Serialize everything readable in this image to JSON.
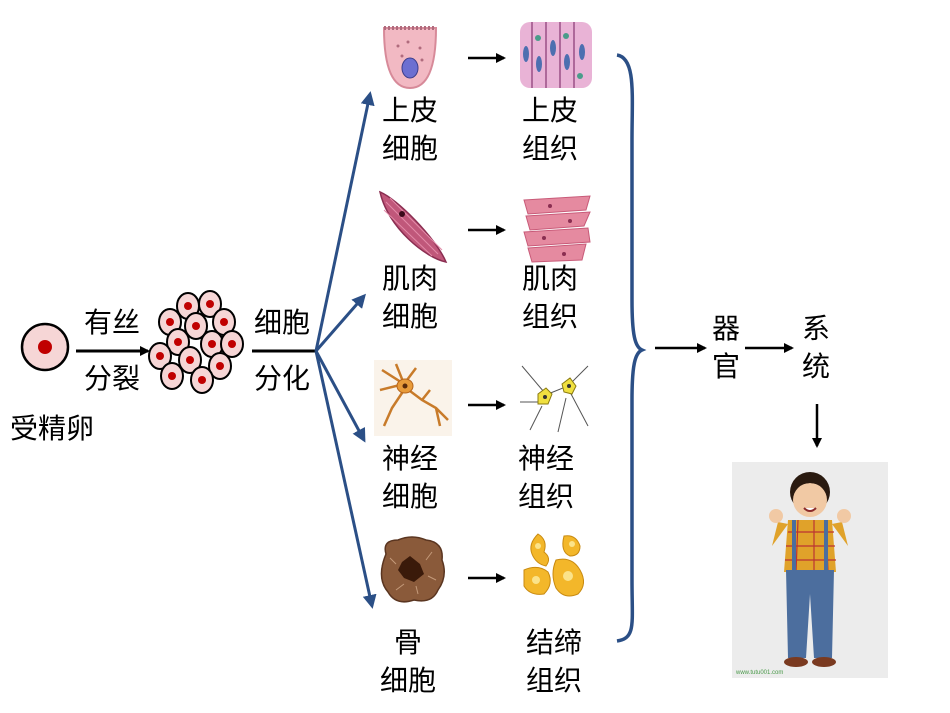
{
  "zygote": {
    "label": "受精卵"
  },
  "division": {
    "top": "有丝",
    "bottom": "分裂"
  },
  "differentiation": {
    "top": "细胞",
    "bottom": "分化"
  },
  "cells": [
    {
      "l1": "上皮",
      "l2": "细胞",
      "icon": "epithelial-cell-icon"
    },
    {
      "l1": "肌肉",
      "l2": "细胞",
      "icon": "muscle-cell-icon"
    },
    {
      "l1": "神经",
      "l2": "细胞",
      "icon": "nerve-cell-icon"
    },
    {
      "l1": "骨",
      "l2": "细胞",
      "icon": "bone-cell-icon"
    }
  ],
  "tissues": [
    {
      "l1": "上皮",
      "l2": "组织",
      "icon": "epithelial-tissue-icon"
    },
    {
      "l1": "肌肉",
      "l2": "组织",
      "icon": "muscle-tissue-icon"
    },
    {
      "l1": "神经",
      "l2": "组织",
      "icon": "nerve-tissue-icon"
    },
    {
      "l1": "结缔",
      "l2": "组织",
      "icon": "connective-tissue-icon"
    }
  ],
  "organ": {
    "l1": "器",
    "l2": "官"
  },
  "system": {
    "l1": "系",
    "l2": "统"
  },
  "child_photo": {
    "icon": "child-photo",
    "watermark": "www.tutu001.com"
  },
  "colors": {
    "arrow_blue": "#2b4f86",
    "brace_blue": "#2b4f86",
    "cell_red": "#c00000",
    "cell_fill": "#f6d6d6"
  }
}
